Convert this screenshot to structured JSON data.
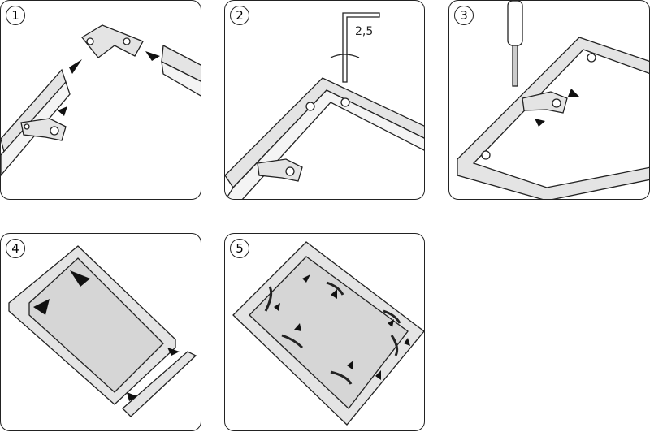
{
  "steps": [
    {
      "number": "1"
    },
    {
      "number": "2",
      "tool_size": "2,5"
    },
    {
      "number": "3"
    },
    {
      "number": "4"
    },
    {
      "number": "5"
    }
  ],
  "colors": {
    "line": "#222222",
    "frame": "#e4e4e4",
    "panel_fill": "#d6d6d6",
    "arrow": "#111111"
  }
}
